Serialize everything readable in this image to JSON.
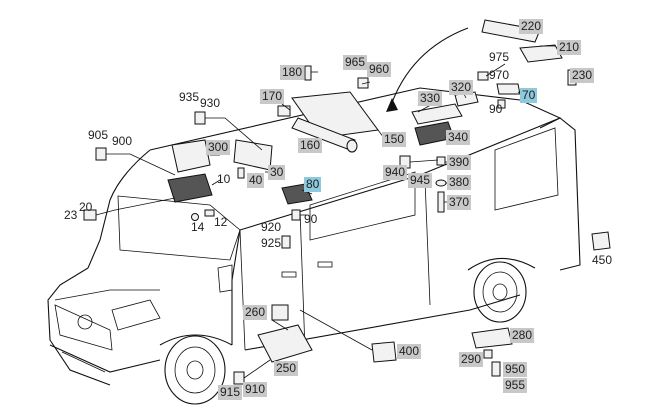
{
  "figure": {
    "labels": {
      "l220": "220",
      "l210": "210",
      "l230": "230",
      "l975": "975",
      "l970": "970",
      "l70": "70",
      "l90a": "90",
      "l965": "965",
      "l960": "960",
      "l180": "180",
      "l330": "330",
      "l320": "320",
      "l170": "170",
      "l935": "935",
      "l930": "930",
      "l340": "340",
      "l150": "150",
      "l160": "160",
      "l905": "905",
      "l900": "900",
      "l300": "300",
      "l390": "390",
      "l940": "940",
      "l945": "945",
      "l380": "380",
      "l30": "30",
      "l40": "40",
      "l10": "10",
      "l80": "80",
      "l370": "370",
      "l20": "20",
      "l23": "23",
      "l14": "14",
      "l12": "12",
      "l920": "920",
      "l90b": "90",
      "l925": "925",
      "l450": "450",
      "l260": "260",
      "l280": "280",
      "l400": "400",
      "l290": "290",
      "l950": "950",
      "l955": "955",
      "l250": "250",
      "l915": "915",
      "l910": "910"
    }
  }
}
